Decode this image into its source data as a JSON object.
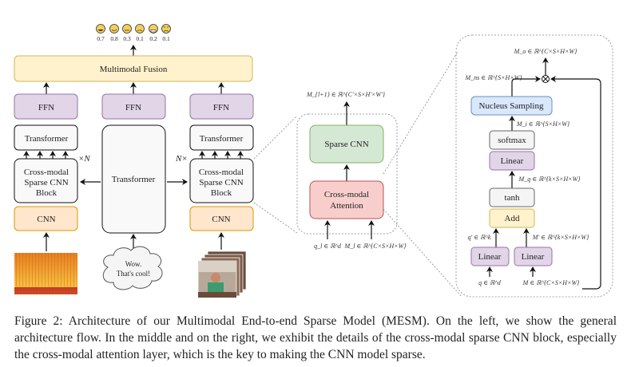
{
  "figure": {
    "emotion_scores": [
      {
        "icon": "laughing-face",
        "value": "0.7"
      },
      {
        "icon": "happy-face",
        "value": "0.8"
      },
      {
        "icon": "neutral-face",
        "value": "0.3"
      },
      {
        "icon": "sad-face",
        "value": "0.1"
      },
      {
        "icon": "fearful-face",
        "value": "0.2"
      },
      {
        "icon": "angry-face",
        "value": "0.1"
      }
    ],
    "left": {
      "fusion": "Multimodal Fusion",
      "ffn": "FFN",
      "transformer": "Transformer",
      "cross_modal_block": [
        "Cross-modal",
        "Sparse CNN",
        "Block"
      ],
      "cnn": "CNN",
      "times_n_left": "×N",
      "times_n_right": "N×",
      "text_input": [
        "Wow.",
        "That's cool!"
      ]
    },
    "middle": {
      "sparse_cnn": "Sparse CNN",
      "attention": [
        "Cross-modal",
        "Attention"
      ],
      "output_label": "M_{l+1} ∈ ℝ^{C'×S×H'×W'}",
      "input_q": "q_l ∈ ℝ^d",
      "input_m": "M_l ∈ ℝ^{C×S×H×W}"
    },
    "right": {
      "output": "M_o ∈ ℝ^{C×S×H×W}",
      "mns": "M_ns ∈ ℝ^{S×H×W}",
      "nucleus": "Nucleus Sampling",
      "mi": "M_i ∈ ℝ^{S×H×W}",
      "softmax": "softmax",
      "linear": "Linear",
      "mq": "M_q ∈ ℝ^{k×S×H×W}",
      "tanh": "tanh",
      "add": "Add",
      "qprime": "q' ∈ ℝ^k",
      "mprime": "M' ∈ ℝ^{k×S×H×W}",
      "linear_left": "Linear",
      "linear_right": "Linear",
      "q_in": "q ∈ ℝ^d",
      "m_in": "M ∈ ℝ^{C×S×H×W}"
    },
    "colors": {
      "fusion_fill": "#fff2cc",
      "fusion_stroke": "#d6b656",
      "ffn_fill": "#e1d5e7",
      "ffn_stroke": "#9673a6",
      "gray_fill": "#f5f5f5",
      "gray_stroke": "#666666",
      "cnn_fill": "#ffe6cc",
      "cnn_stroke": "#d79b00",
      "green_fill": "#d5e8d4",
      "green_stroke": "#82b366",
      "red_fill": "#f8cecc",
      "red_stroke": "#b85450",
      "blue_fill": "#dae8fc",
      "blue_stroke": "#6c8ebf"
    }
  },
  "caption": "Figure 2: Architecture of our Multimodal End-to-end Sparse Model (MESM). On the left, we show the general architecture flow. In the middle and on the right, we exhibit the details of the cross-modal sparse CNN block, especially the cross-modal attention layer, which is the key to making the CNN model sparse."
}
